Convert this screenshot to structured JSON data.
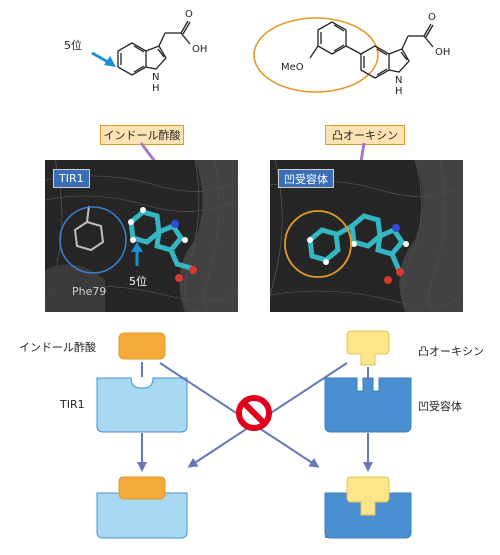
{
  "top": {
    "left_molecule": {
      "position_label": "5位",
      "cooh_label": "OH",
      "nh_label": "H",
      "n_label": "N",
      "o_label": "O",
      "caption": "インドール酢酸"
    },
    "right_molecule": {
      "meo_label": "MeO",
      "cooh_label": "OH",
      "nh_label": "H",
      "n_label": "N",
      "o_label": "O",
      "caption": "凸オーキシン"
    }
  },
  "panels": {
    "left": {
      "tag": "TIR1",
      "residue_label": "Phe79",
      "position_label": "5位"
    },
    "right": {
      "tag": "凹受容体"
    }
  },
  "diagram": {
    "left_ligand_label": "インドール酢酸",
    "left_receptor_label": "TIR1",
    "right_ligand_label": "凸オーキシン",
    "right_receptor_label": "凹受容体"
  },
  "colors": {
    "orange": "#f4a93b",
    "orange_border": "#e49a2a",
    "label_fill": "#fde3b3",
    "light_blue": "#a9d8f2",
    "dark_blue": "#4a8fd0",
    "yellow": "#fde58a",
    "arrow": "#6677b8",
    "cross_red": "#e1001b",
    "mol_cyan": "#34b7c2",
    "panel_bg": "#2b2b2b",
    "highlight_blue_circle": "#3a7fc8",
    "highlight_orange_circle": "#e49a2a",
    "purple_arrow": "#a779c2"
  },
  "icons": {
    "prohibition": "no-entry-icon"
  }
}
